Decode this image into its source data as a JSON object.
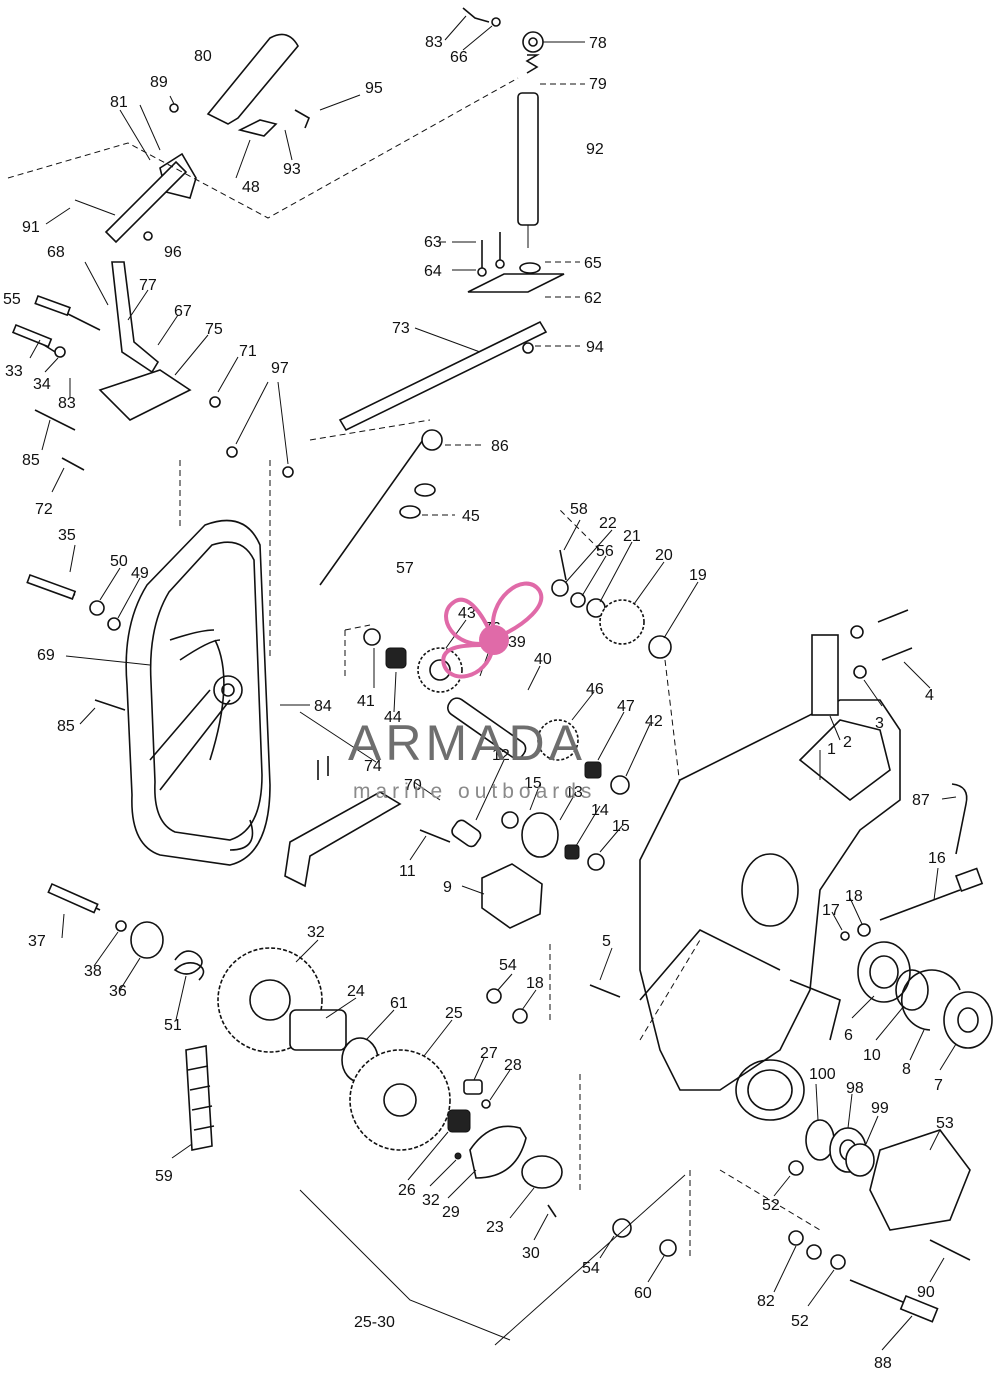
{
  "labels": {
    "l1": "1",
    "l2": "2",
    "l3": "3",
    "l4": "4",
    "l5": "5",
    "l6": "6",
    "l7": "7",
    "l8": "8",
    "l9": "9",
    "l10": "10",
    "l11": "11",
    "l12": "12",
    "l13": "13",
    "l14": "14",
    "l15a": "15",
    "l15b": "15",
    "l16": "16",
    "l17": "17",
    "l18a": "18",
    "l18b": "18",
    "l19": "19",
    "l20": "20",
    "l21": "21",
    "l22": "22",
    "l23": "23",
    "l24": "24",
    "l25": "25",
    "l26": "26",
    "l27": "27",
    "l28": "28",
    "l29": "29",
    "l30": "30",
    "l32a": "32",
    "l32b": "32",
    "l33": "33",
    "l34": "34",
    "l35": "35",
    "l36": "36",
    "l37": "37",
    "l38": "38",
    "l39": "39",
    "l40": "40",
    "l41": "41",
    "l42": "42",
    "l43": "43",
    "l44": "44",
    "l45": "45",
    "l46": "46",
    "l47": "47",
    "l48": "48",
    "l49": "49",
    "l50": "50",
    "l51": "51",
    "l52a": "52",
    "l52b": "52",
    "l53": "53",
    "l54a": "54",
    "l54b": "54",
    "l55": "55",
    "l56": "56",
    "l57": "57",
    "l58": "58",
    "l59": "59",
    "l60": "60",
    "l61": "61",
    "l62": "62",
    "l63": "63",
    "l64": "64",
    "l65": "65",
    "l66": "66",
    "l67": "67",
    "l68": "68",
    "l69": "69",
    "l70": "70",
    "l71": "71",
    "l72": "72",
    "l73": "73",
    "l74": "74",
    "l75": "75",
    "l76": "76",
    "l77": "77",
    "l78": "78",
    "l79": "79",
    "l80": "80",
    "l81": "81",
    "l82": "82",
    "l83a": "83",
    "l83b": "83",
    "l84": "84",
    "l85a": "85",
    "l85b": "85",
    "l86": "86",
    "l87": "87",
    "l88": "88",
    "l89": "89",
    "l90": "90",
    "l91": "91",
    "l92": "92",
    "l93": "93",
    "l94": "94",
    "l95": "95",
    "l96": "96",
    "l97": "97",
    "l98": "98",
    "l99": "99",
    "l100": "100",
    "l2530": "25-30"
  },
  "watermark": {
    "brand": "ARMADA",
    "tagline": "marine outboards",
    "logo_icon": "propeller-icon",
    "logo_color": "#e06aa8",
    "text_color": "#6e6e6e"
  }
}
